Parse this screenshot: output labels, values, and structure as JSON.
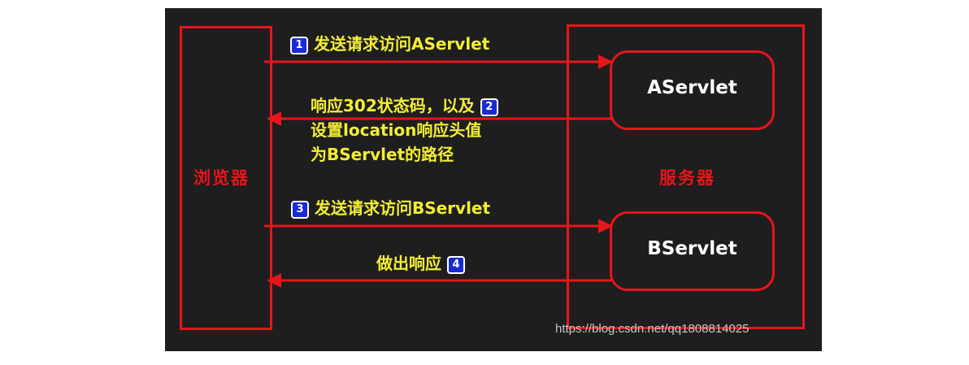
{
  "diagram": {
    "browser_label": "浏览器",
    "server_label": "服务器",
    "aservlet_label": "AServlet",
    "bservlet_label": "BServlet",
    "steps": [
      {
        "number": "1",
        "text": "发送请求访问AServlet"
      },
      {
        "number": "2",
        "lines": [
          "响应302状态码，以及",
          "设置location响应头值",
          "为BServlet的路径"
        ]
      },
      {
        "number": "3",
        "text": "发送请求访问BServlet"
      },
      {
        "number": "4",
        "text": "做出响应"
      }
    ],
    "colors": {
      "background": "#1e1e1e",
      "box_border": "#e8151b",
      "arrow": "#e8151b",
      "step_text": "#f2ee33",
      "badge": "#1a2bd6"
    }
  },
  "watermark": "https://blog.csdn.net/qq1808814025"
}
